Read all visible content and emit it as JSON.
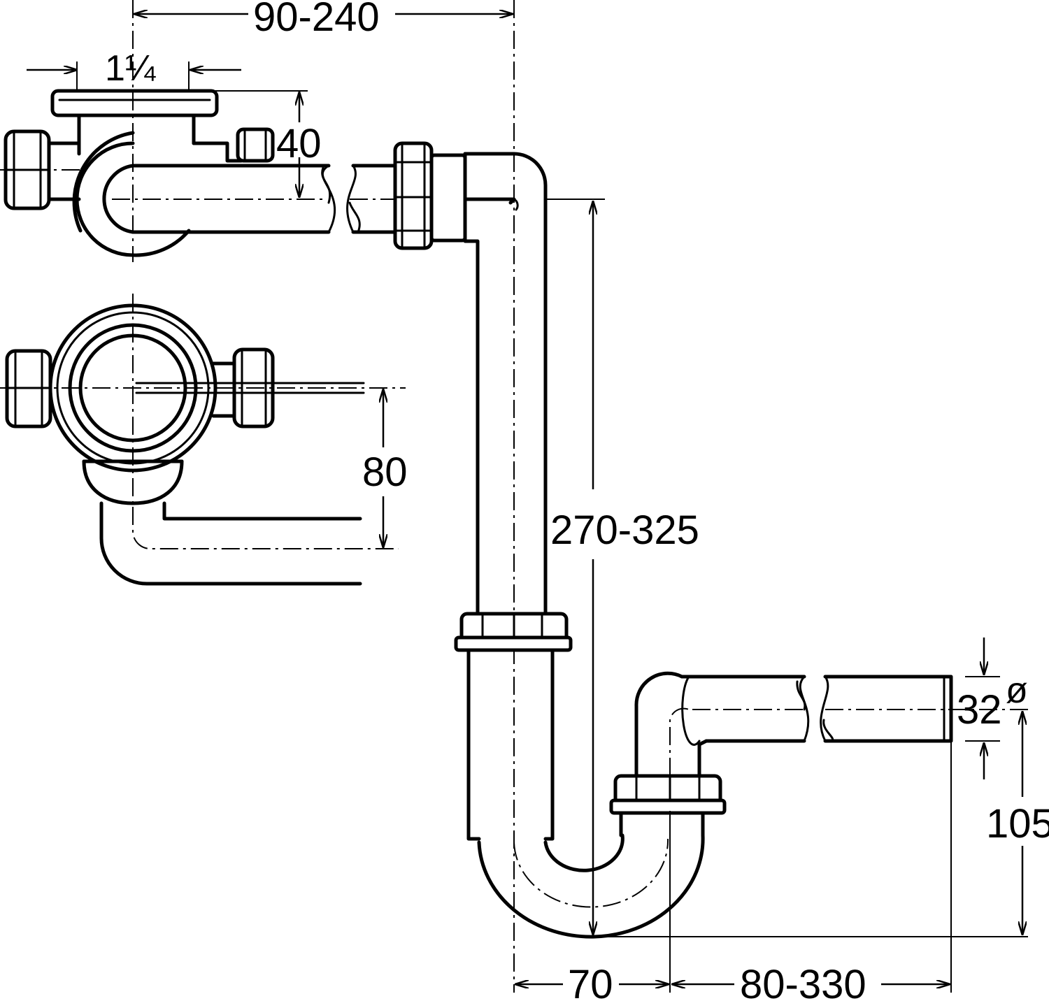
{
  "dimensions": {
    "outlet_offset": "90-240",
    "thread_size": "1¼",
    "inlet_drop": "40",
    "overflow_height": "80",
    "vertical_length": "270-325",
    "outlet_diameter": "32",
    "diameter_symbol": "ø",
    "outlet_height": "105",
    "trap_offset": "70",
    "outlet_length": "80-330"
  }
}
